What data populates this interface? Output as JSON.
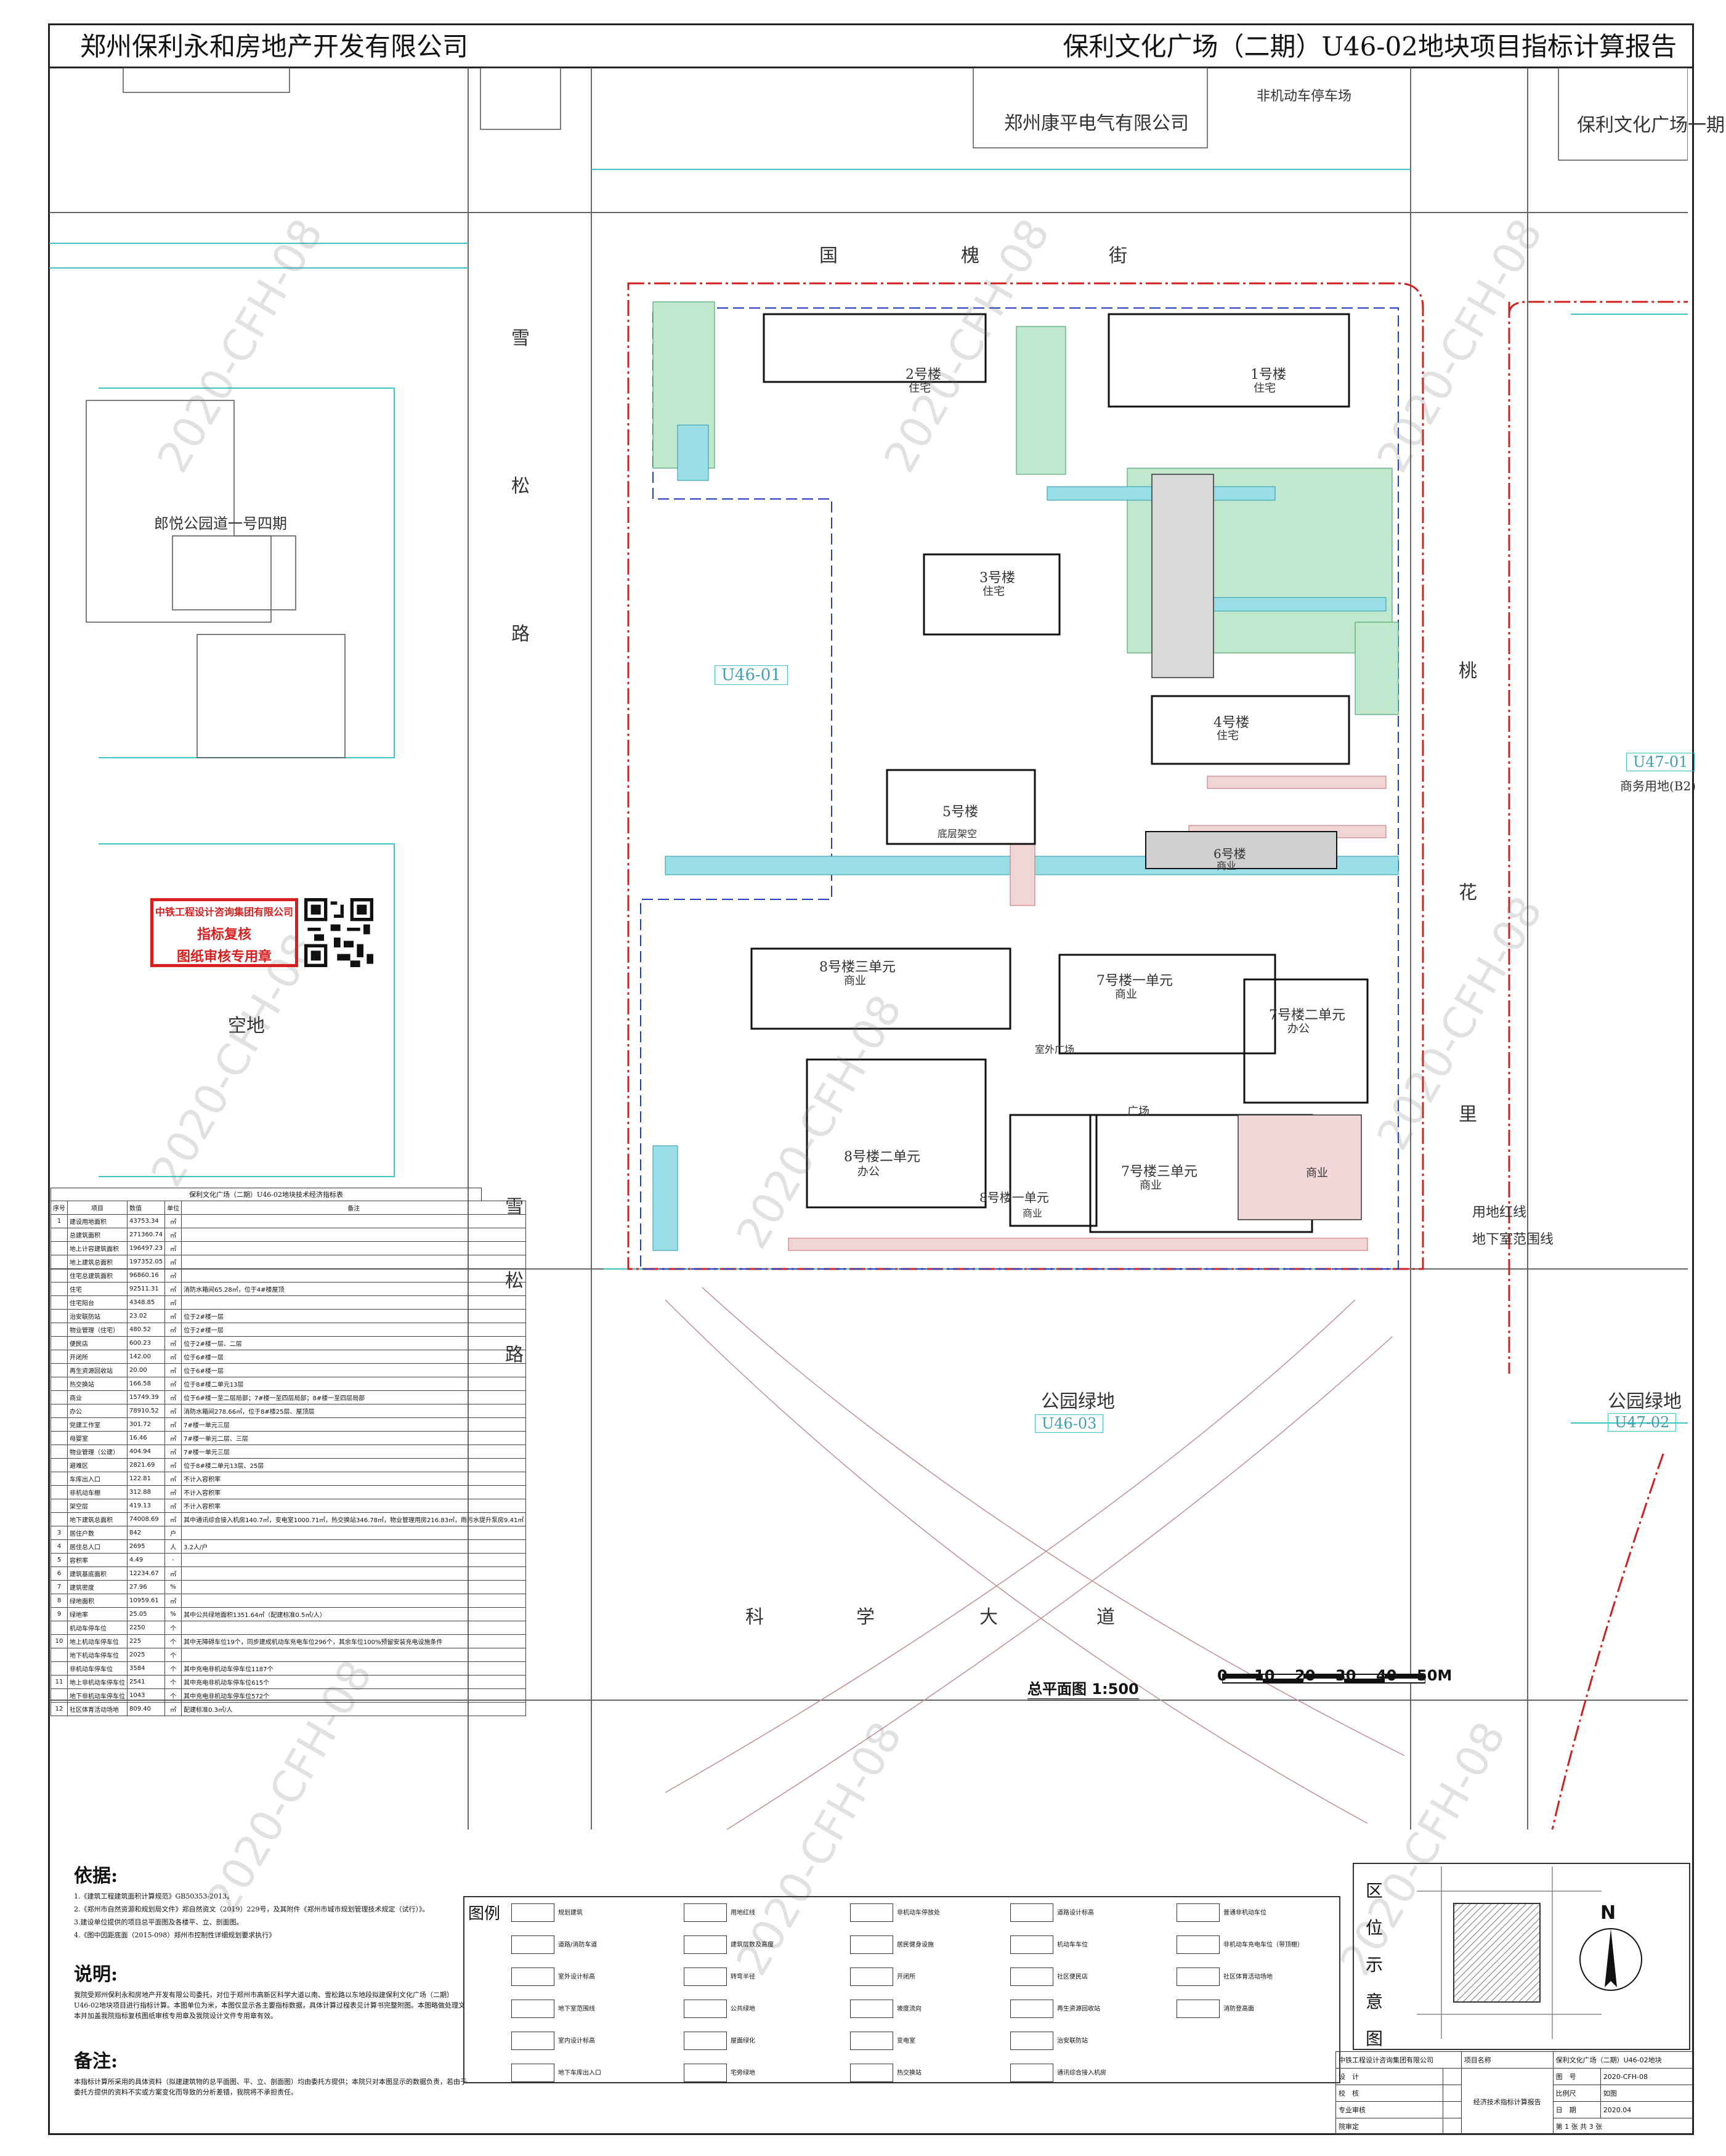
{
  "header": {
    "company": "郑州保利永和房地产开发有限公司",
    "report_title": "保利文化广场（二期）U46-02地块项目指标计算报告"
  },
  "surroundings": {
    "top_left_building": "郑州康平电气有限公司",
    "parking_label": "非机动车停车场",
    "top_right": "保利文化广场一期",
    "left_district": "郎悦公园道一号四期",
    "plot_u46_01": "U46-01",
    "plot_u47_01": "U47-01",
    "plot_u47_01_use": "商务用地(B2)",
    "plot_u46_03": "U46-03",
    "park_green": "公园绿地",
    "park_green_right": "公园绿地",
    "plot_u47_02": "U47-02",
    "empty_land": "空地",
    "land_red_line": "用地红线",
    "underground_line": "地下室范围线",
    "street_top": [
      "国",
      "槐",
      "街"
    ],
    "street_left_upper": [
      "雪",
      "松",
      "路"
    ],
    "street_left_lower": [
      "雪",
      "松",
      "路"
    ],
    "street_right": [
      "桃",
      "花",
      "里"
    ],
    "street_bottom": [
      "科",
      "学",
      "大",
      "道"
    ],
    "watermark": "2020-CFH-08"
  },
  "buildings": {
    "b1": "1号楼",
    "b1_use": "住宅",
    "b2": "2号楼",
    "b2_use": "住宅",
    "b3": "3号楼",
    "b3_use": "住宅",
    "b4": "4号楼",
    "b4_use": "住宅",
    "b5": "5号楼",
    "b5_use": "底层架空",
    "b6": "6号楼",
    "b6_use": "商业",
    "b7_1": "7号楼一单元",
    "b7_1_use": "商业",
    "b7_2": "7号楼二单元",
    "b7_2_use": "办公",
    "b7_3": "7号楼三单元",
    "b7_3_use": "商业",
    "b8_1": "8号楼一单元",
    "b8_1_use": "商业",
    "b8_2": "8号楼二单元",
    "b8_2_use": "办公",
    "b8_3": "8号楼三单元",
    "b8_3_use": "商业",
    "plaza": "广场",
    "indoor_plaza": "室外广场",
    "commerce": "商业"
  },
  "stamp": {
    "line1": "中铁工程设计咨询集团有限公司",
    "line2": "指标复核",
    "line3": "图纸审核专用章"
  },
  "table": {
    "title": "保利文化广场（二期）U46-02地块技术经济指标表",
    "headers": [
      "序号",
      "项目",
      "数值",
      "单位",
      "备注"
    ],
    "rows": [
      {
        "no": "1",
        "name": "建设用地面积",
        "val": "43753.34",
        "unit": "㎡",
        "note": ""
      },
      {
        "no": "",
        "name": "总建筑面积",
        "val": "271360.74",
        "unit": "㎡",
        "note": ""
      },
      {
        "no": "",
        "name": "地上计容建筑面积",
        "val": "196497.23",
        "unit": "㎡",
        "note": ""
      },
      {
        "no": "",
        "name": "地上建筑总面积",
        "val": "197352.05",
        "unit": "㎡",
        "note": ""
      },
      {
        "no": "",
        "name": "住宅总建筑面积",
        "val": "96860.16",
        "unit": "㎡",
        "note": ""
      },
      {
        "no": "",
        "name": "住宅",
        "val": "92511.31",
        "unit": "㎡",
        "note": "消防水箱间65.28㎡，位于4#楼屋顶"
      },
      {
        "no": "",
        "name": "住宅阳台",
        "val": "4348.85",
        "unit": "㎡",
        "note": ""
      },
      {
        "no": "",
        "name": "治安联防站",
        "val": "23.02",
        "unit": "㎡",
        "note": "位于2#楼一层"
      },
      {
        "no": "",
        "name": "物业管理（住宅）",
        "val": "480.52",
        "unit": "㎡",
        "note": "位于2#楼一层"
      },
      {
        "no": "",
        "name": "便民店",
        "val": "600.23",
        "unit": "㎡",
        "note": "位于2#楼一层、二层"
      },
      {
        "no": "",
        "name": "开闭所",
        "val": "142.00",
        "unit": "㎡",
        "note": "位于6#楼一层"
      },
      {
        "no": "",
        "name": "再生资源回收站",
        "val": "20.00",
        "unit": "㎡",
        "note": "位于6#楼一层"
      },
      {
        "no": "",
        "name": "热交换站",
        "val": "166.58",
        "unit": "㎡",
        "note": "位于8#楼二单元13层"
      },
      {
        "no": "",
        "name": "商业",
        "val": "15749.39",
        "unit": "㎡",
        "note": "位于6#楼一至二层局部；7#楼一至四层局部；8#楼一至四层局部"
      },
      {
        "no": "",
        "name": "办公",
        "val": "78910.52",
        "unit": "㎡",
        "note": "消防水箱间278.66㎡，位于8#楼25层、屋顶层"
      },
      {
        "no": "",
        "name": "党建工作室",
        "val": "301.72",
        "unit": "㎡",
        "note": "7#楼一单元三层"
      },
      {
        "no": "",
        "name": "母婴室",
        "val": "16.46",
        "unit": "㎡",
        "note": "7#楼一单元二层、三层"
      },
      {
        "no": "",
        "name": "物业管理（公建）",
        "val": "404.94",
        "unit": "㎡",
        "note": "7#楼一单元三层"
      },
      {
        "no": "",
        "name": "避难区",
        "val": "2821.69",
        "unit": "㎡",
        "note": "位于8#楼二单元13层、25层"
      },
      {
        "no": "",
        "name": "车库出入口",
        "val": "122.81",
        "unit": "㎡",
        "note": "不计入容积率"
      },
      {
        "no": "",
        "name": "非机动车棚",
        "val": "312.88",
        "unit": "㎡",
        "note": "不计入容积率"
      },
      {
        "no": "",
        "name": "架空层",
        "val": "419.13",
        "unit": "㎡",
        "note": "不计入容积率"
      },
      {
        "no": "",
        "name": "地下建筑总面积",
        "val": "74008.69",
        "unit": "㎡",
        "note": "其中通讯综合接入机房140.7㎡，变电室1000.71㎡，热交换站346.78㎡，物业管理用房216.83㎡，雨污水提升泵房9.41㎡"
      },
      {
        "no": "3",
        "name": "居住户数",
        "val": "842",
        "unit": "户",
        "note": ""
      },
      {
        "no": "4",
        "name": "居住总人口",
        "val": "2695",
        "unit": "人",
        "note": "3.2人/户"
      },
      {
        "no": "5",
        "name": "容积率",
        "val": "4.49",
        "unit": "-",
        "note": ""
      },
      {
        "no": "6",
        "name": "建筑基底面积",
        "val": "12234.67",
        "unit": "㎡",
        "note": ""
      },
      {
        "no": "7",
        "name": "建筑密度",
        "val": "27.96",
        "unit": "%",
        "note": ""
      },
      {
        "no": "8",
        "name": "绿地面积",
        "val": "10959.61",
        "unit": "㎡",
        "note": ""
      },
      {
        "no": "9",
        "name": "绿地率",
        "val": "25.05",
        "unit": "%",
        "note": "其中公共绿地面积1351.64㎡（配建标准0.5㎡/人）"
      },
      {
        "no": "",
        "name": "机动车停车位",
        "val": "2250",
        "unit": "个",
        "note": ""
      },
      {
        "no": "10",
        "name": "地上机动车停车位",
        "val": "225",
        "unit": "个",
        "note": "其中无障碍车位19个，同步建成机动车充电车位296个，其余车位100%预留安装充电设施条件"
      },
      {
        "no": "",
        "name": "地下机动车停车位",
        "val": "2025",
        "unit": "个",
        "note": ""
      },
      {
        "no": "",
        "name": "非机动车停车位",
        "val": "3584",
        "unit": "个",
        "note": "其中充电非机动车停车位1187个"
      },
      {
        "no": "11",
        "name": "地上非机动车停车位",
        "val": "2541",
        "unit": "个",
        "note": "其中充电非机动车停车位615个"
      },
      {
        "no": "",
        "name": "地下非机动车停车位",
        "val": "1043",
        "unit": "个",
        "note": "其中充电非机动车停车位572个"
      },
      {
        "no": "12",
        "name": "社区体育活动场地",
        "val": "809.40",
        "unit": "㎡",
        "note": "配建标准0.3㎡/人"
      }
    ]
  },
  "plan_title": "总平面图 1:500",
  "scalebar": {
    "labels": [
      "0",
      "10",
      "20",
      "30",
      "40",
      "50M"
    ]
  },
  "notes": {
    "basis_title": "依据:",
    "basis": [
      "1.《建筑工程建筑面积计算规范》GB50353-2013。",
      "2.《郑州市自然资源和规划局文件》郑自然资文（2019）229号，及其附件《郑州市城市规划管理技术规定（试行）》。",
      "3.建设单位提供的项目总平面图及各楼平、立、剖面图。",
      "4.《图中因距底面（2015-098）郑州市控制性详细规划要求执行》"
    ],
    "explain_title": "说明:",
    "explain": "我院受郑州保利永和房地产开发有限公司委托，对位于郑州市高新区科学大道以南、雪松路以东地段拟建保利文化广场（二期）U46-02地块项目进行指标计算。本图单位为米，本图仅显示各主要指标数据，具体计算过程表见计算书完整附图。本图略做处理文本并加盖我院指标复核图纸审核专用章及我院设计文件专用章有效。",
    "remark_title": "备注:",
    "remark": "本指标计算所采用的具体资料（拟建建筑物的总平面图、平、立、剖面图）均由委托方提供；本院只对本图显示的数据负责，若由于委托方提供的资料不实或方案变化而导致的分析差错，我院将不承担责任。"
  },
  "legend": {
    "title": "图例",
    "items": [
      "规划建筑",
      "用地红线",
      "非机动车停放处",
      "道路设计标高",
      "普通非机动车位",
      "道路/消防车道",
      "建筑层数及高度",
      "居民健身设施",
      "机动车车位",
      "非机动车充电车位（带顶棚）",
      "室外设计标高",
      "转弯半径",
      "开闭所",
      "社区便民店",
      "社区体育活动场地",
      "地下室范围线",
      "公共绿地",
      "坡度流向",
      "再生资源回收站",
      "消防登高面",
      "室内设计标高",
      "屋面绿化",
      "变电室",
      "治安联防站",
      "",
      "地下车库出入口",
      "宅旁绿地",
      "热交换站",
      "通讯综合接入机房",
      ""
    ]
  },
  "location": {
    "title": "区位示意图",
    "north": "N"
  },
  "titleblock": {
    "company": "中铁工程设计咨询集团有限公司",
    "project_label": "项目名称",
    "project": "保利文化广场（二期）U46-02地块",
    "design": "设　计",
    "check": "校　核",
    "spec_review": "专业审核",
    "dept_review": "院审定",
    "drawing_no_label": "图　号",
    "drawing_no": "2020-CFH-08",
    "scale_label": "比例尺",
    "scale": "如图",
    "date_label": "日　期",
    "date": "2020.04",
    "drawing_name": "经济技术指标计算报告",
    "sheet": "第 1 张 共 3 张"
  }
}
